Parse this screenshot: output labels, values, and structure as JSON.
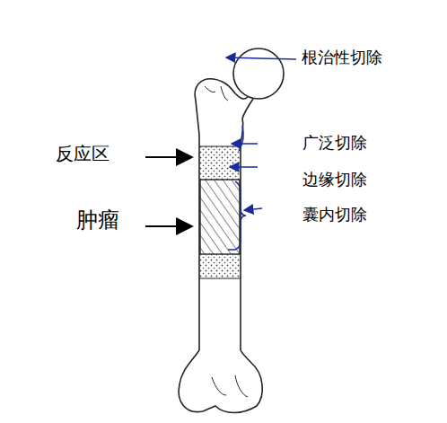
{
  "diagram": {
    "labels": [
      "根治性切除",
      "反应区",
      "广泛切除",
      "边缘切除",
      "肿瘤",
      "囊内切除"
    ]
  }
}
